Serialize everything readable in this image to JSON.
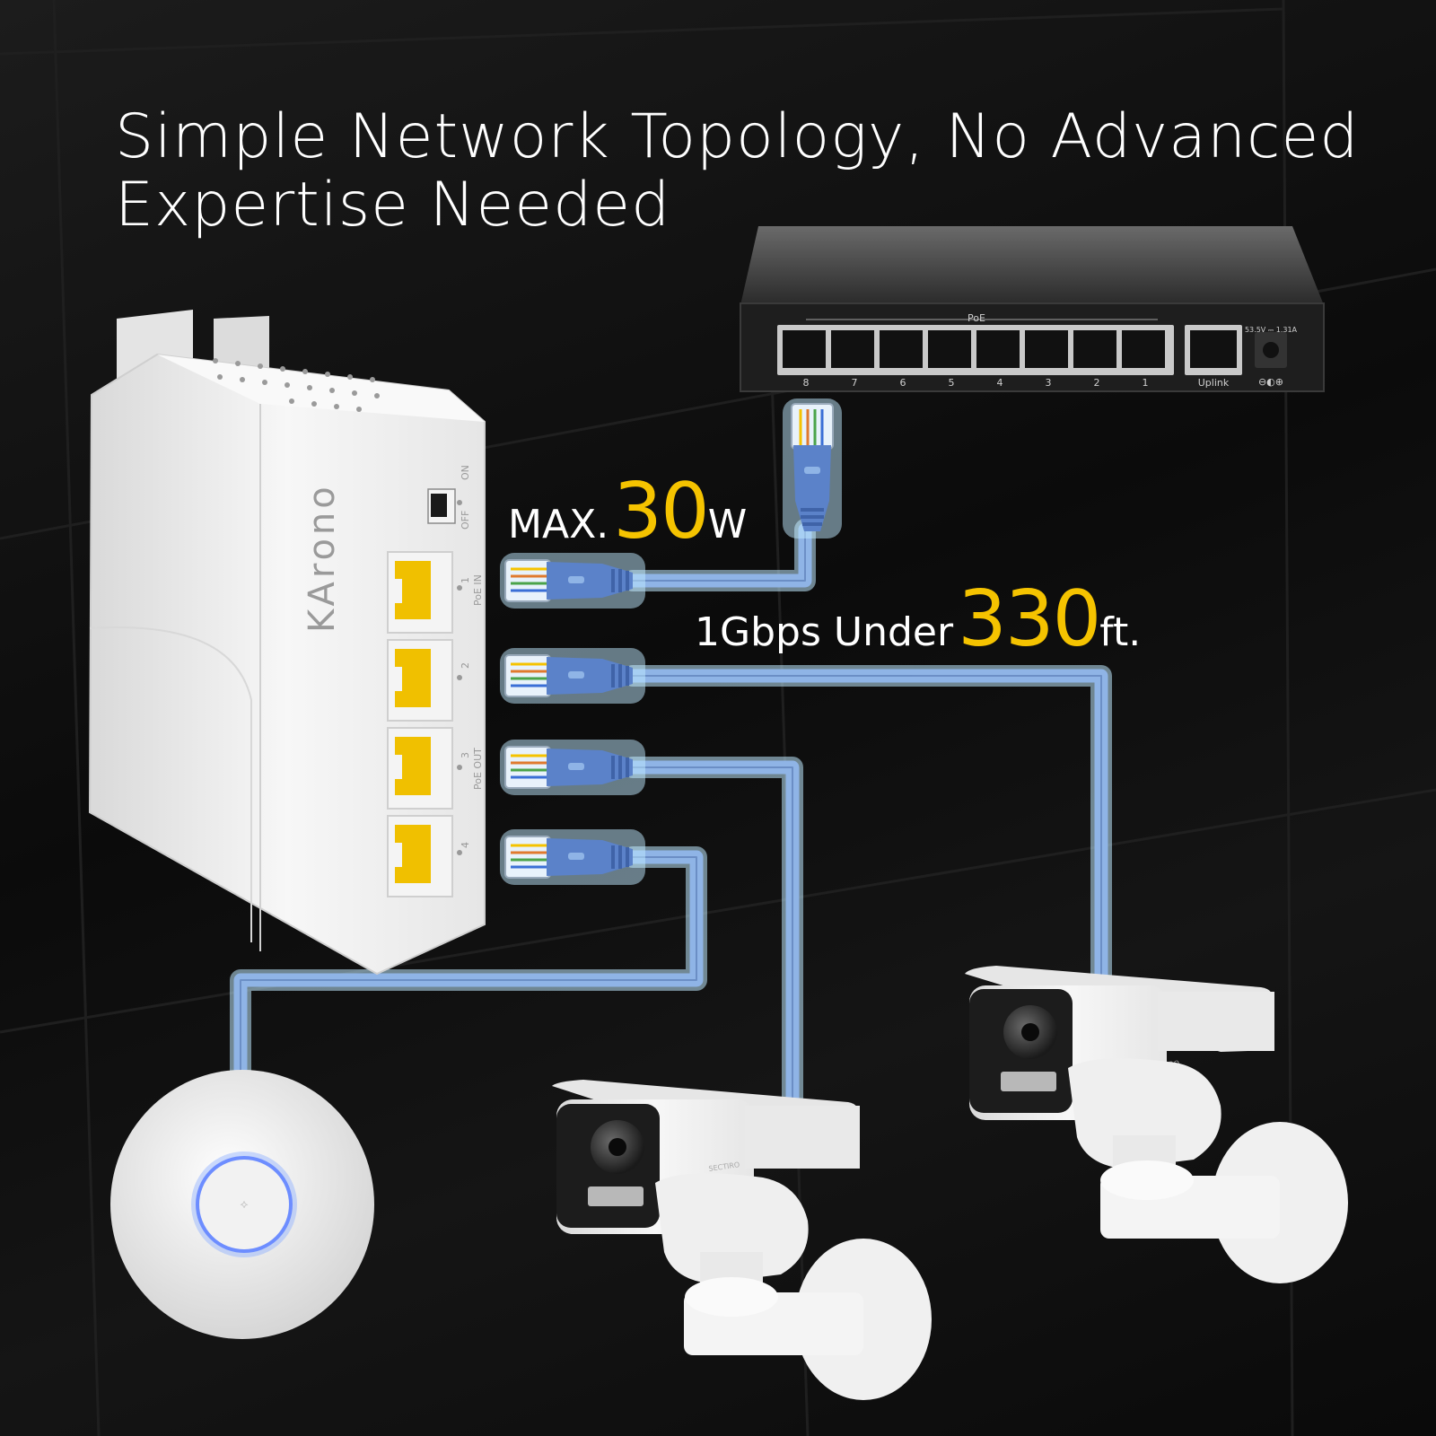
{
  "title": {
    "line1": "Simple Network Topology, No Advanced",
    "line2": "Expertise Needed"
  },
  "callouts": {
    "power": {
      "prefix": "MAX.",
      "value": "30",
      "unit": "W"
    },
    "speed": {
      "prefix": "1Gbps Under",
      "value": "330",
      "unit": "ft."
    }
  },
  "extender": {
    "brand": "KArono",
    "switch_labels": [
      "ON",
      "OFF"
    ],
    "port_numbers": [
      "1",
      "2",
      "3",
      "4"
    ],
    "port_in_label": "PoE IN",
    "port_out_label": "PoE OUT"
  },
  "poe_switch": {
    "poe_label": "PoE",
    "port_numbers": [
      "8",
      "7",
      "6",
      "5",
      "4",
      "3",
      "2",
      "1"
    ],
    "uplink_label": "Uplink",
    "power_rating": "53.5V ⎓ 1.31A"
  },
  "camera_brand": "SECTIRO",
  "colors": {
    "accent_yellow": "#f5c300",
    "cable_blue": "#8fb4e6",
    "cable_glow": "#bfe9ff",
    "connector_blue": "#5b82c9",
    "device_white": "#f2f2f2",
    "background": "#0d0d0d"
  }
}
